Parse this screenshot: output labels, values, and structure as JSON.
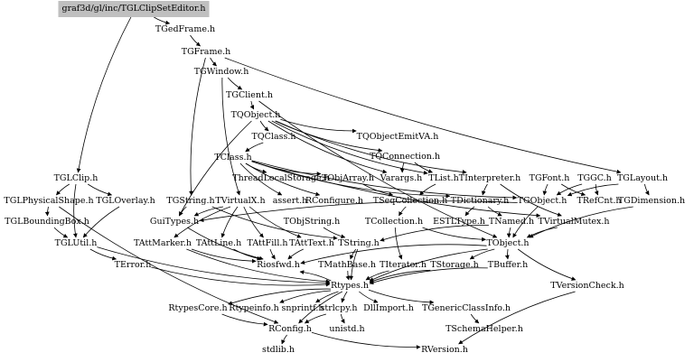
{
  "graph": {
    "root": "graf3d/gl/inc/TGLClipSetEditor.h",
    "colors": {
      "root_fill": "#bfbfbf",
      "edge": "#000000",
      "text": "#000000",
      "background": "#ffffff"
    },
    "nodes": [
      {
        "id": "n0",
        "label": "graf3d/gl/inc/TGLClipSetEditor.h",
        "root": true
      },
      {
        "id": "n1",
        "label": "TGedFrame.h"
      },
      {
        "id": "n2",
        "label": "TGFrame.h"
      },
      {
        "id": "n3",
        "label": "TGWindow.h"
      },
      {
        "id": "n4",
        "label": "TGClient.h"
      },
      {
        "id": "n5",
        "label": "TQObject.h"
      },
      {
        "id": "n6",
        "label": "TQClass.h"
      },
      {
        "id": "n7",
        "label": "TQObjectEmitVA.h"
      },
      {
        "id": "n8",
        "label": "TQConnection.h"
      },
      {
        "id": "n9",
        "label": "TClass.h"
      },
      {
        "id": "n10",
        "label": "ThreadLocalStorage.h"
      },
      {
        "id": "n11",
        "label": "TObjArray.h"
      },
      {
        "id": "n12",
        "label": "Varargs.h"
      },
      {
        "id": "n13",
        "label": "TList.h"
      },
      {
        "id": "n14",
        "label": "TInterpreter.h"
      },
      {
        "id": "n15",
        "label": "TGFont.h"
      },
      {
        "id": "n16",
        "label": "TGGC.h"
      },
      {
        "id": "n17",
        "label": "TGLayout.h"
      },
      {
        "id": "n18",
        "label": "TGLClip.h"
      },
      {
        "id": "n19",
        "label": "TGLPhysicalShape.h"
      },
      {
        "id": "n20",
        "label": "TGLOverlay.h"
      },
      {
        "id": "n21",
        "label": "TGString.h"
      },
      {
        "id": "n22",
        "label": "TVirtualX.h"
      },
      {
        "id": "n23",
        "label": "assert.h"
      },
      {
        "id": "n24",
        "label": "RConfigure.h"
      },
      {
        "id": "n25",
        "label": "TSeqCollection.h"
      },
      {
        "id": "n26",
        "label": "TDictionary.h"
      },
      {
        "id": "n27",
        "label": "TGObject.h"
      },
      {
        "id": "n28",
        "label": "TRefCnt.h"
      },
      {
        "id": "n29",
        "label": "TGDimension.h"
      },
      {
        "id": "n30",
        "label": "TGLBoundingBox.h"
      },
      {
        "id": "n31",
        "label": "GuiTypes.h"
      },
      {
        "id": "n32",
        "label": "TObjString.h"
      },
      {
        "id": "n33",
        "label": "TCollection.h"
      },
      {
        "id": "n34",
        "label": "ESTLType.h"
      },
      {
        "id": "n35",
        "label": "TNamed.h"
      },
      {
        "id": "n36",
        "label": "TVirtualMutex.h"
      },
      {
        "id": "n37",
        "label": "TGLUtil.h"
      },
      {
        "id": "n38",
        "label": "TAttMarker.h"
      },
      {
        "id": "n39",
        "label": "TAttLine.h"
      },
      {
        "id": "n40",
        "label": "TAttFill.h"
      },
      {
        "id": "n41",
        "label": "TAttText.h"
      },
      {
        "id": "n42",
        "label": "TString.h"
      },
      {
        "id": "n43",
        "label": "TObject.h"
      },
      {
        "id": "n44",
        "label": "TError.h"
      },
      {
        "id": "n45",
        "label": "Riosfwd.h"
      },
      {
        "id": "n46",
        "label": "TMathBase.h"
      },
      {
        "id": "n47",
        "label": "TIterator.h"
      },
      {
        "id": "n48",
        "label": "TStorage.h"
      },
      {
        "id": "n49",
        "label": "TBuffer.h"
      },
      {
        "id": "n50",
        "label": "TVersionCheck.h"
      },
      {
        "id": "n51",
        "label": "Rtypes.h"
      },
      {
        "id": "n52",
        "label": "RtypesCore.h"
      },
      {
        "id": "n53",
        "label": "Rtypeinfo.h"
      },
      {
        "id": "n54",
        "label": "snprintf.h"
      },
      {
        "id": "n55",
        "label": "strlcpy.h"
      },
      {
        "id": "n56",
        "label": "DllImport.h"
      },
      {
        "id": "n57",
        "label": "TGenericClassInfo.h"
      },
      {
        "id": "n58",
        "label": "RConfig.h"
      },
      {
        "id": "n59",
        "label": "unistd.h"
      },
      {
        "id": "n60",
        "label": "TSchemaHelper.h"
      },
      {
        "id": "n61",
        "label": "stdlib.h"
      },
      {
        "id": "n62",
        "label": "RVersion.h"
      }
    ],
    "edges": [
      [
        "n0",
        "n1"
      ],
      [
        "n0",
        "n18"
      ],
      [
        "n1",
        "n2"
      ],
      [
        "n2",
        "n3"
      ],
      [
        "n2",
        "n21"
      ],
      [
        "n2",
        "n17"
      ],
      [
        "n3",
        "n4"
      ],
      [
        "n3",
        "n22"
      ],
      [
        "n4",
        "n5"
      ],
      [
        "n4",
        "n43"
      ],
      [
        "n5",
        "n6"
      ],
      [
        "n5",
        "n7"
      ],
      [
        "n5",
        "n8"
      ],
      [
        "n5",
        "n12"
      ],
      [
        "n5",
        "n13"
      ],
      [
        "n5",
        "n31"
      ],
      [
        "n5",
        "n14"
      ],
      [
        "n6",
        "n9"
      ],
      [
        "n8",
        "n13"
      ],
      [
        "n8",
        "n12"
      ],
      [
        "n9",
        "n10"
      ],
      [
        "n9",
        "n11"
      ],
      [
        "n9",
        "n26"
      ],
      [
        "n9",
        "n24"
      ],
      [
        "n9",
        "n27"
      ],
      [
        "n9",
        "n36"
      ],
      [
        "n9",
        "n23"
      ],
      [
        "n11",
        "n25"
      ],
      [
        "n13",
        "n25"
      ],
      [
        "n14",
        "n26"
      ],
      [
        "n14",
        "n36"
      ],
      [
        "n15",
        "n28"
      ],
      [
        "n15",
        "n27"
      ],
      [
        "n16",
        "n27"
      ],
      [
        "n16",
        "n28"
      ],
      [
        "n17",
        "n29"
      ],
      [
        "n17",
        "n27"
      ],
      [
        "n18",
        "n19"
      ],
      [
        "n18",
        "n20"
      ],
      [
        "n18",
        "n37"
      ],
      [
        "n19",
        "n30"
      ],
      [
        "n19",
        "n58"
      ],
      [
        "n20",
        "n37"
      ],
      [
        "n21",
        "n31"
      ],
      [
        "n21",
        "n42"
      ],
      [
        "n22",
        "n31"
      ],
      [
        "n22",
        "n38"
      ],
      [
        "n22",
        "n39"
      ],
      [
        "n22",
        "n40"
      ],
      [
        "n22",
        "n41"
      ],
      [
        "n25",
        "n33"
      ],
      [
        "n26",
        "n35"
      ],
      [
        "n26",
        "n34"
      ],
      [
        "n27",
        "n31"
      ],
      [
        "n27",
        "n43"
      ],
      [
        "n29",
        "n43"
      ],
      [
        "n30",
        "n37"
      ],
      [
        "n31",
        "n45"
      ],
      [
        "n32",
        "n42"
      ],
      [
        "n33",
        "n43"
      ],
      [
        "n33",
        "n47"
      ],
      [
        "n35",
        "n43"
      ],
      [
        "n35",
        "n42"
      ],
      [
        "n36",
        "n43"
      ],
      [
        "n37",
        "n44"
      ],
      [
        "n37",
        "n51"
      ],
      [
        "n38",
        "n45"
      ],
      [
        "n38",
        "n51"
      ],
      [
        "n39",
        "n45"
      ],
      [
        "n40",
        "n45"
      ],
      [
        "n41",
        "n45"
      ],
      [
        "n42",
        "n46"
      ],
      [
        "n42",
        "n51"
      ],
      [
        "n43",
        "n48"
      ],
      [
        "n43",
        "n49"
      ],
      [
        "n43",
        "n50"
      ],
      [
        "n43",
        "n45"
      ],
      [
        "n43",
        "n51"
      ],
      [
        "n44",
        "n51"
      ],
      [
        "n46",
        "n51"
      ],
      [
        "n47",
        "n51"
      ],
      [
        "n48",
        "n51"
      ],
      [
        "n49",
        "n51"
      ],
      [
        "n50",
        "n62"
      ],
      [
        "n51",
        "n52"
      ],
      [
        "n51",
        "n53"
      ],
      [
        "n51",
        "n54"
      ],
      [
        "n51",
        "n55"
      ],
      [
        "n51",
        "n56"
      ],
      [
        "n51",
        "n57"
      ],
      [
        "n51",
        "n58"
      ],
      [
        "n51",
        "n45"
      ],
      [
        "n52",
        "n58"
      ],
      [
        "n55",
        "n58"
      ],
      [
        "n55",
        "n59"
      ],
      [
        "n57",
        "n60"
      ],
      [
        "n58",
        "n61"
      ],
      [
        "n58",
        "n62"
      ]
    ]
  }
}
